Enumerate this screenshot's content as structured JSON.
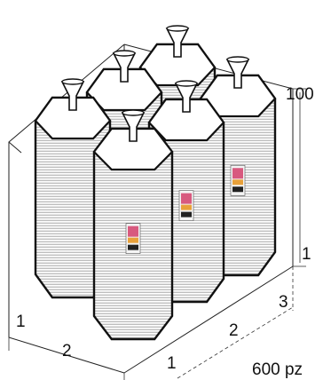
{
  "labels": {
    "height_top": "100",
    "height_bottom": "1",
    "depth_1": "1",
    "depth_2": "2",
    "width_1": "1",
    "width_2": "2",
    "width_3": "3",
    "total": "600 pz"
  },
  "colors": {
    "outline": "#111111",
    "band": "#9a9a9a",
    "surface": "#ffffff"
  },
  "icons": {
    "stack": "hexagonal-container-stack-icon",
    "funnel": "funnel-lid-icon",
    "product_label": "product-label-icon"
  }
}
